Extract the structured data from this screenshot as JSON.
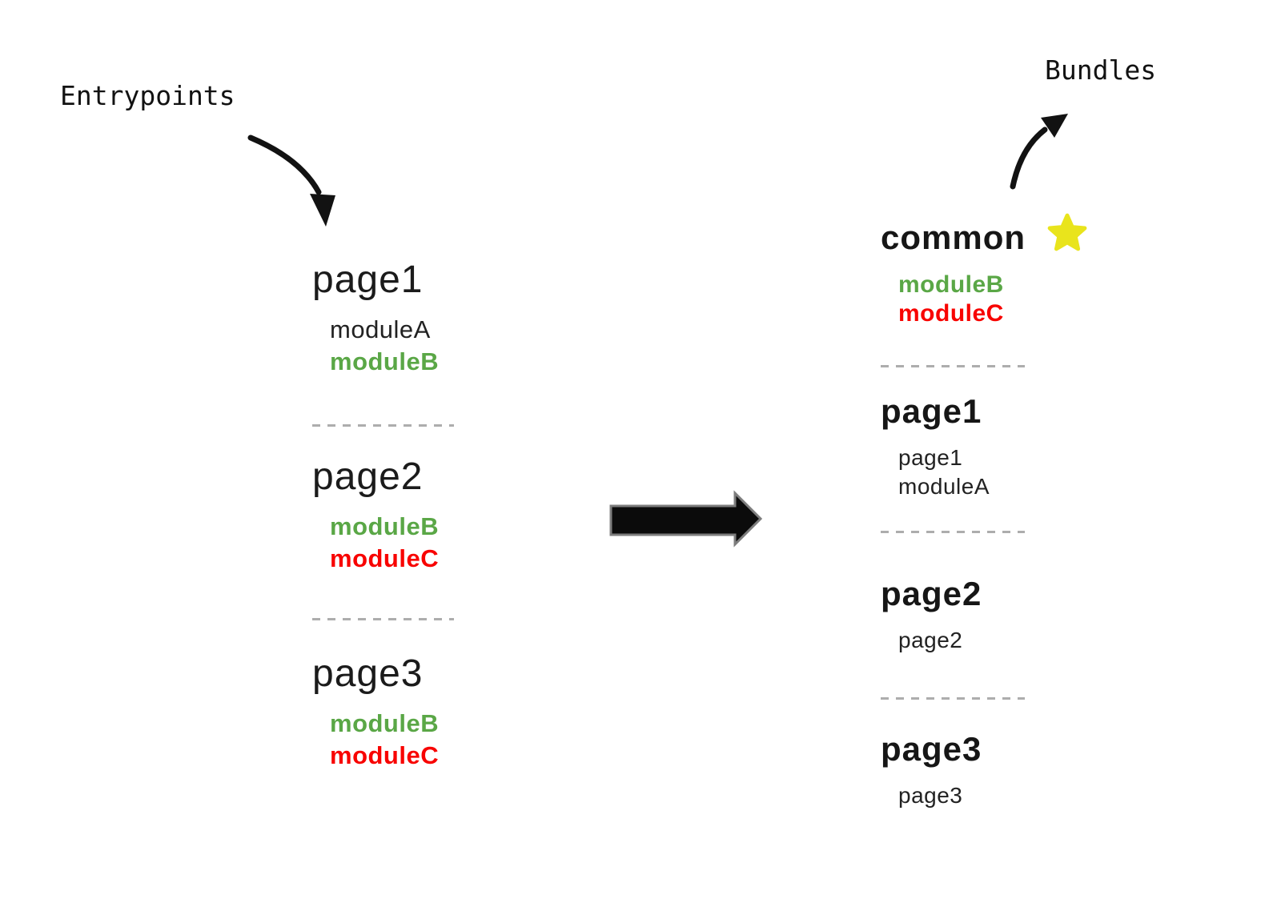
{
  "colors": {
    "green": "#5aa746",
    "red": "#f80300",
    "star_yellow": "#e9e41c",
    "dash_gray": "#adadad",
    "text_black": "#161616"
  },
  "icons": {
    "star": "star-icon (yellow highlight star next to common bundle)",
    "flow_arrow": "right-block-arrow (entrypoints transform into bundles)",
    "entrypoints_arrow": "curved-arrow-down-right",
    "bundles_arrow": "curved-arrow-up-right"
  },
  "entrypoints": {
    "label": "Entrypoints",
    "sections": [
      {
        "title": "page1",
        "items": [
          {
            "label": "moduleA",
            "color": "black"
          },
          {
            "label": "moduleB",
            "color": "green"
          }
        ]
      },
      {
        "title": "page2",
        "items": [
          {
            "label": "moduleB",
            "color": "green"
          },
          {
            "label": "moduleC",
            "color": "red"
          }
        ]
      },
      {
        "title": "page3",
        "items": [
          {
            "label": "moduleB",
            "color": "green"
          },
          {
            "label": "moduleC",
            "color": "red"
          }
        ]
      }
    ]
  },
  "bundles": {
    "label": "Bundles",
    "sections": [
      {
        "title": "common",
        "starred": true,
        "items": [
          {
            "label": "moduleB",
            "color": "green"
          },
          {
            "label": "moduleC",
            "color": "red"
          }
        ]
      },
      {
        "title": "page1",
        "starred": false,
        "items": [
          {
            "label": "page1",
            "color": "black"
          },
          {
            "label": "moduleA",
            "color": "black"
          }
        ]
      },
      {
        "title": "page2",
        "starred": false,
        "items": [
          {
            "label": "page2",
            "color": "black"
          }
        ]
      },
      {
        "title": "page3",
        "starred": false,
        "items": [
          {
            "label": "page3",
            "color": "black"
          }
        ]
      }
    ]
  }
}
